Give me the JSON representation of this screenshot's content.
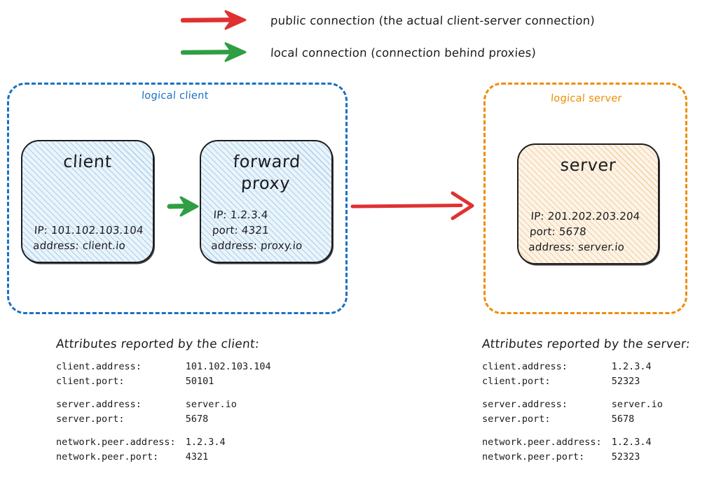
{
  "legend": {
    "items": [
      {
        "icon": "red-arrow-icon",
        "color": "#e03131",
        "label": "public connection (the actual client-server connection)"
      },
      {
        "icon": "green-arrow-icon",
        "color": "#2f9e44",
        "label": "local connection (connection behind proxies)"
      }
    ]
  },
  "zones": {
    "client": {
      "label": "logical client",
      "color": "#1971c2"
    },
    "server": {
      "label": "logical server",
      "color": "#f08c00"
    }
  },
  "nodes": {
    "client": {
      "title": "client",
      "lines": [
        "IP: 101.102.103.104",
        "address: client.io"
      ]
    },
    "forward_proxy": {
      "title": "forward\nproxy",
      "lines": [
        "IP: 1.2.3.4",
        "port: 4321",
        "address: proxy.io"
      ]
    },
    "server": {
      "title": "server",
      "lines": [
        "IP: 201.202.203.204",
        "port: 5678",
        "address: server.io"
      ]
    }
  },
  "arrows": {
    "local": {
      "icon": "green-arrow-icon",
      "color": "#2f9e44"
    },
    "public": {
      "icon": "red-arrow-icon",
      "color": "#e03131"
    }
  },
  "attributes": {
    "client": {
      "heading": "Attributes reported by the client:",
      "groups": [
        [
          {
            "key": "client.address:",
            "value": "101.102.103.104"
          },
          {
            "key": "client.port:",
            "value": "50101"
          }
        ],
        [
          {
            "key": "server.address:",
            "value": "server.io"
          },
          {
            "key": "server.port:",
            "value": "5678"
          }
        ],
        [
          {
            "key": "network.peer.address:",
            "value": "1.2.3.4"
          },
          {
            "key": "network.peer.port:",
            "value": "4321"
          }
        ]
      ]
    },
    "server": {
      "heading": "Attributes reported by the server:",
      "groups": [
        [
          {
            "key": "client.address:",
            "value": "1.2.3.4"
          },
          {
            "key": "client.port:",
            "value": "52323"
          }
        ],
        [
          {
            "key": "server.address:",
            "value": "server.io"
          },
          {
            "key": "server.port:",
            "value": "5678"
          }
        ],
        [
          {
            "key": "network.peer.address:",
            "value": "1.2.3.4"
          },
          {
            "key": "network.peer.port:",
            "value": "52323"
          }
        ]
      ]
    }
  }
}
